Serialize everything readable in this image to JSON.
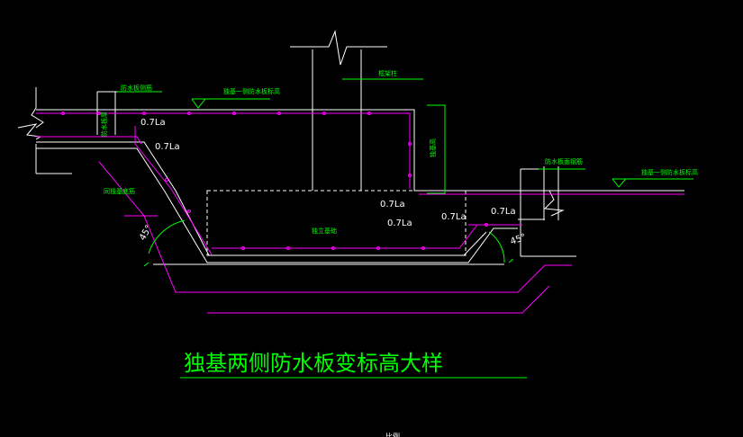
{
  "drawing": {
    "title": "独基两侧防水板变标高大样",
    "bottom_note": "比例"
  },
  "labels": {
    "anchor_len": "0.7La",
    "angle_left": "45°",
    "angle_right": "45°",
    "waterproof_plate_top": "防水板侧筋",
    "waterproof_plate_top_right": "防水板面钢筋",
    "plate_elev_left": "独基一侧防水板标高",
    "plate_elev_right": "独基一侧防水板标高",
    "column": "框架柱",
    "footing": "独立基础",
    "wall_note": "同独基底筋",
    "vertical_dim": "独基高",
    "left_vertical": "防水板厚"
  },
  "colors": {
    "background": "#000000",
    "structure": "#ffffff",
    "rebar": "#ff00ff",
    "text_green": "#00ff00",
    "dimension_green": "#00ff00"
  }
}
